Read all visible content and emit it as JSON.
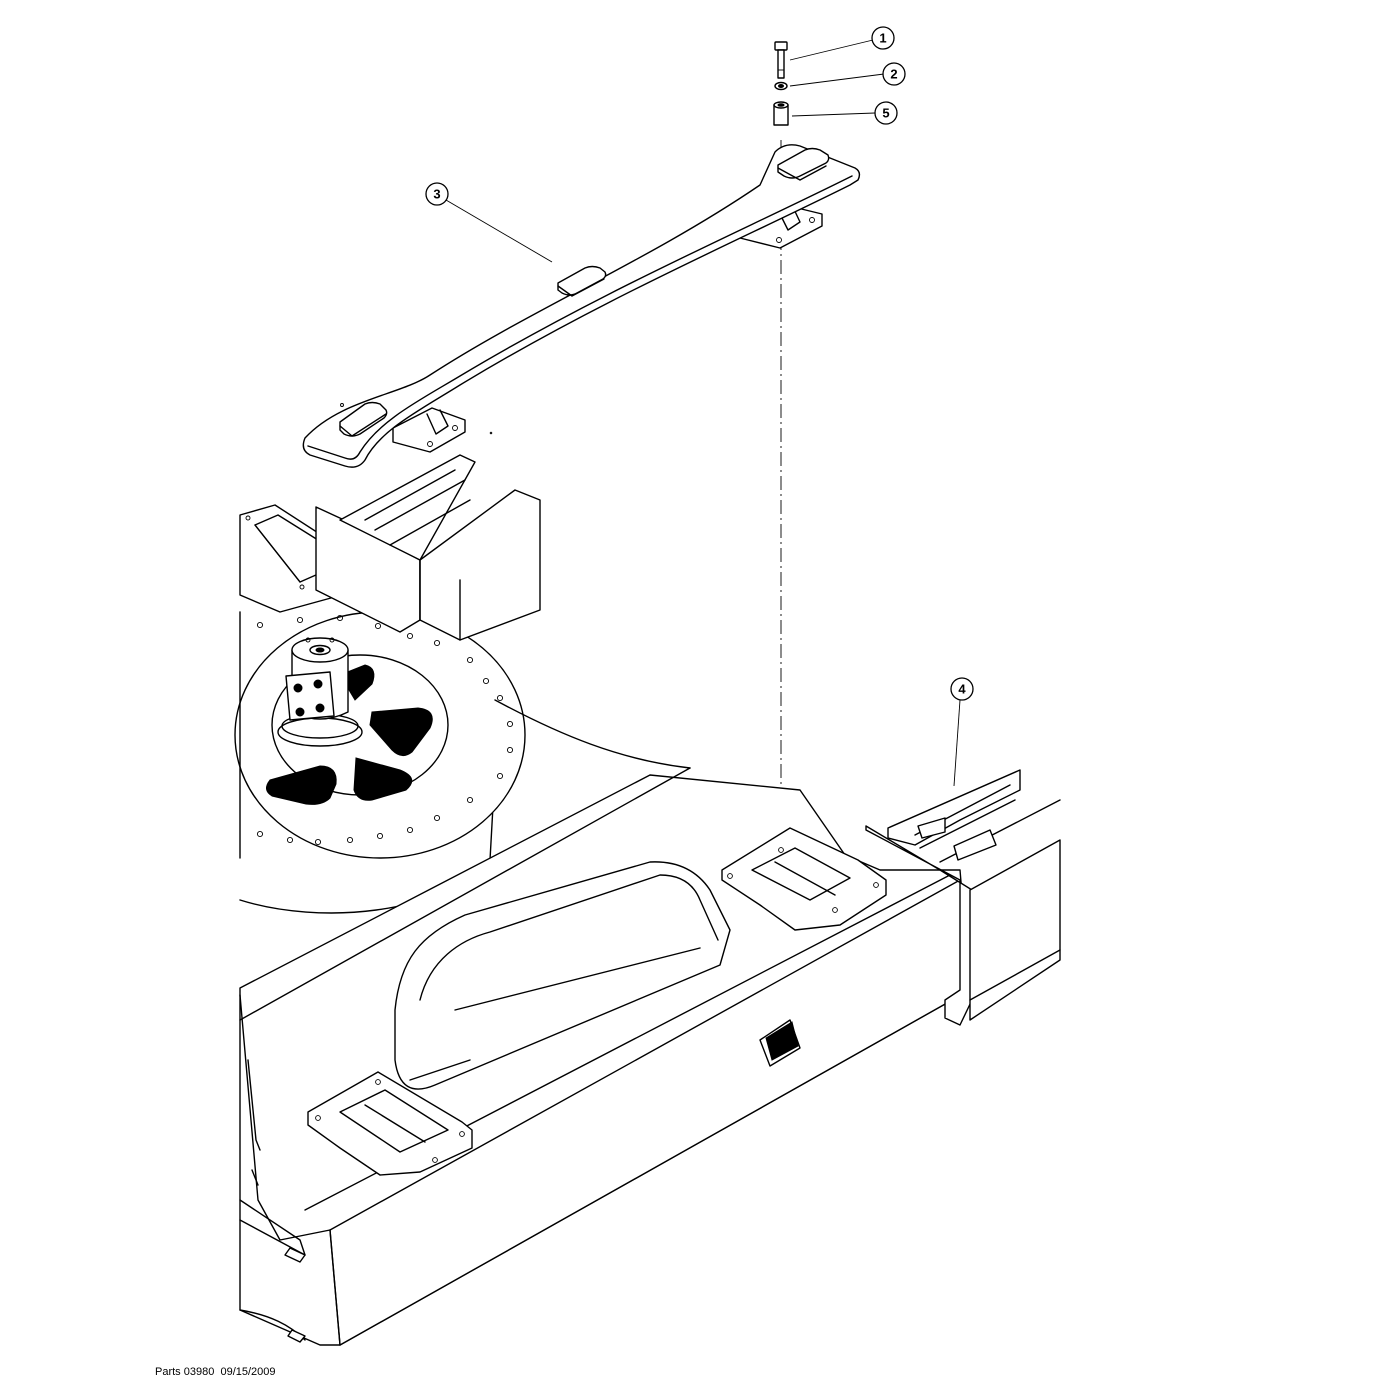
{
  "footer": {
    "doc_id": "Parts 03980",
    "date": "09/15/2009"
  },
  "callouts": [
    {
      "id": "callout-1",
      "label": "1",
      "part": "bolt"
    },
    {
      "id": "callout-2",
      "label": "2",
      "part": "washer"
    },
    {
      "id": "callout-5",
      "label": "5",
      "part": "spacer-sleeve"
    },
    {
      "id": "callout-3",
      "label": "3",
      "part": "cross-beam"
    },
    {
      "id": "callout-4",
      "label": "4",
      "part": "track-frame"
    }
  ]
}
